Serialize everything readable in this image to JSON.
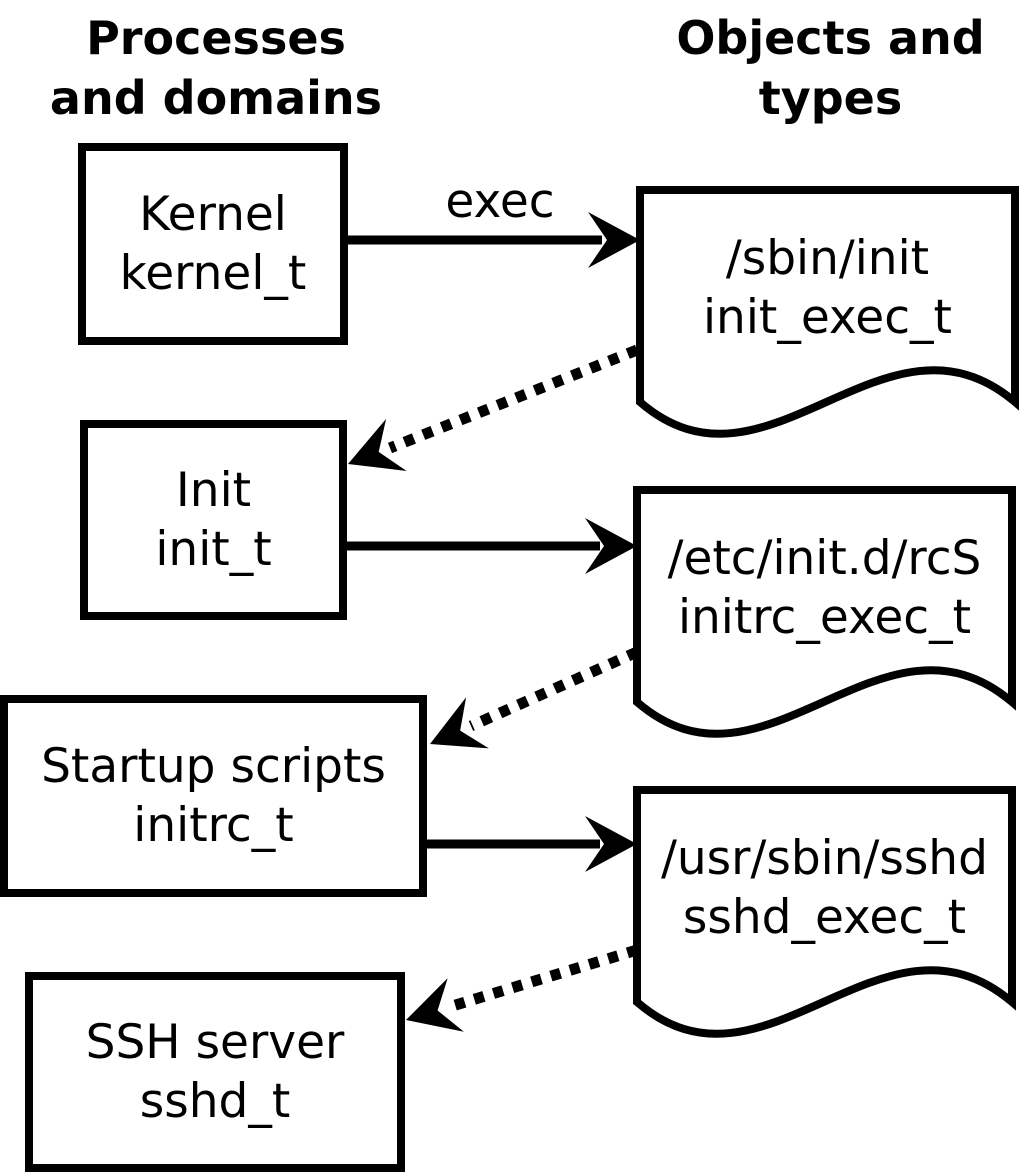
{
  "headers": {
    "left_line1": "Processes",
    "left_line2": "and domains",
    "right_line1": "Objects and",
    "right_line2": "types"
  },
  "process_boxes": [
    {
      "label": "Kernel",
      "type": "kernel_t"
    },
    {
      "label": "Init",
      "type": "init_t"
    },
    {
      "label": "Startup scripts",
      "type": "initrc_t"
    },
    {
      "label": "SSH server",
      "type": "sshd_t"
    }
  ],
  "object_docs": [
    {
      "path": "/sbin/init",
      "type": "init_exec_t"
    },
    {
      "path": "/etc/init.d/rcS",
      "type": "initrc_exec_t"
    },
    {
      "path": "/usr/sbin/sshd",
      "type": "sshd_exec_t"
    }
  ],
  "arrow_labels": {
    "exec": "exec"
  },
  "edges": [
    {
      "from": "kernel_t",
      "to": "init_exec_t",
      "style": "solid",
      "label": "exec"
    },
    {
      "from": "init_exec_t",
      "to": "init_t",
      "style": "dotted",
      "label": ""
    },
    {
      "from": "init_t",
      "to": "initrc_exec_t",
      "style": "solid",
      "label": ""
    },
    {
      "from": "initrc_exec_t",
      "to": "initrc_t",
      "style": "dotted",
      "label": ""
    },
    {
      "from": "initrc_t",
      "to": "sshd_exec_t",
      "style": "solid",
      "label": ""
    },
    {
      "from": "sshd_exec_t",
      "to": "sshd_t",
      "style": "dotted",
      "label": ""
    }
  ],
  "colors": {
    "ink": "#000000",
    "paper": "#ffffff"
  }
}
